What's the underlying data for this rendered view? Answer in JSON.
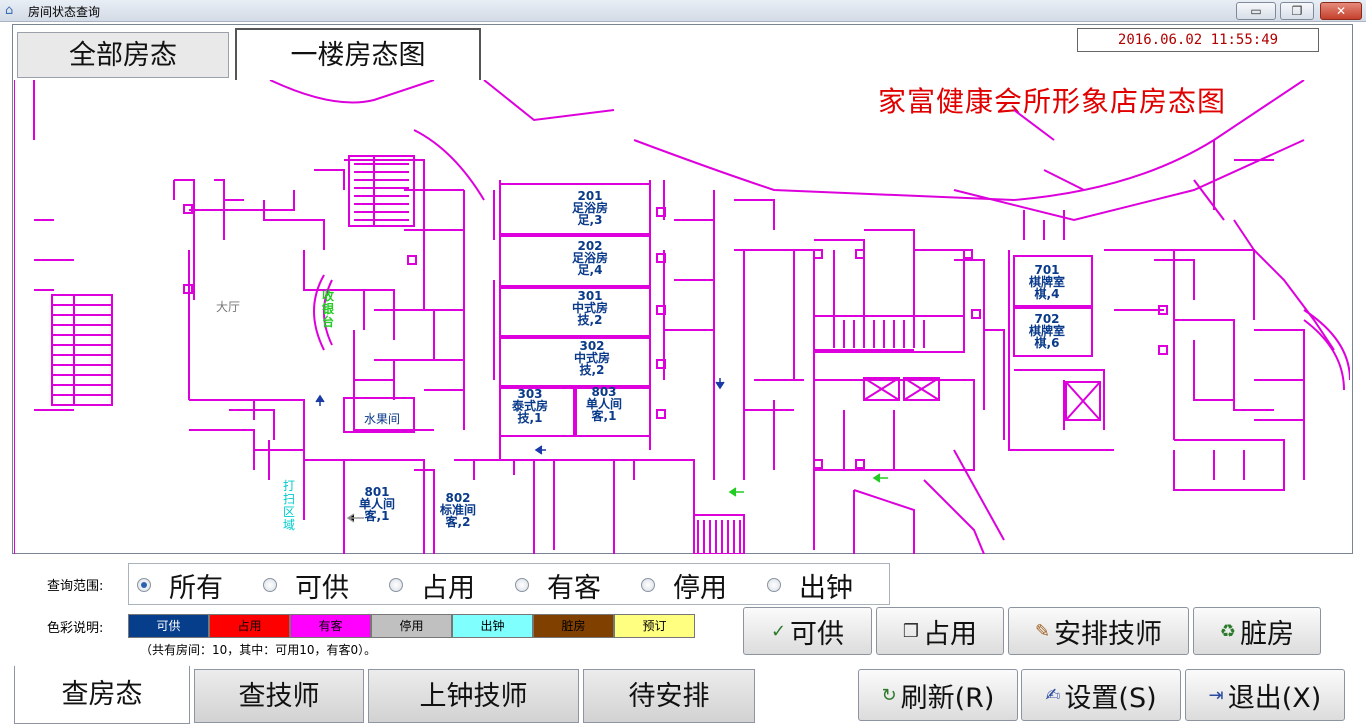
{
  "window": {
    "title": "房间状态查询",
    "minimize": "▭",
    "maximize": "❐",
    "close": "✕"
  },
  "tabs": {
    "all": "全部房态",
    "floor1": "一楼房态图"
  },
  "datetime": "2016.06.02 11:55:49",
  "map": {
    "title": "家富健康会所形象店房态图",
    "lobby": "大厅",
    "cashier": "收银台",
    "fruit_room": "水果间",
    "cleaning_area": "打扫区域",
    "rooms": [
      {
        "number": "201",
        "type": "足浴房",
        "status": "足,3"
      },
      {
        "number": "202",
        "type": "足浴房",
        "status": "足,4"
      },
      {
        "number": "301",
        "type": "中式房",
        "status": "技,2"
      },
      {
        "number": "302",
        "type": "中式房",
        "status": "技,2"
      },
      {
        "number": "303",
        "type": "泰式房",
        "status": "技,1"
      },
      {
        "number": "803",
        "type": "单人间",
        "status": "客,1"
      },
      {
        "number": "801",
        "type": "单人间",
        "status": "客,1"
      },
      {
        "number": "802",
        "type": "标准间",
        "status": "客,2"
      },
      {
        "number": "701",
        "type": "棋牌室",
        "status": "棋,4"
      },
      {
        "number": "702",
        "type": "棋牌室",
        "status": "棋,6"
      }
    ]
  },
  "query": {
    "label": "查询范围:",
    "options": [
      "所有",
      "可供",
      "占用",
      "有客",
      "停用",
      "出钟"
    ],
    "selected": "所有"
  },
  "legend": {
    "label": "色彩说明:",
    "items": [
      {
        "label": "可供",
        "color": "#063e8c",
        "text_color": "#ffffff"
      },
      {
        "label": "占用",
        "color": "#ff0000",
        "text_color": "#000000"
      },
      {
        "label": "有客",
        "color": "#ff00ff",
        "text_color": "#000000"
      },
      {
        "label": "停用",
        "color": "#c0c0c0",
        "text_color": "#000000"
      },
      {
        "label": "出钟",
        "color": "#80ffff",
        "text_color": "#000000"
      },
      {
        "label": "脏房",
        "color": "#804000",
        "text_color": "#000000"
      },
      {
        "label": "预订",
        "color": "#ffff80",
        "text_color": "#000000"
      }
    ]
  },
  "summary": "（共有房间：10，其中：可用10，有客0）。",
  "actions": {
    "available": "可供",
    "occupy": "占用",
    "arrange_tech": "安排技师",
    "dirty": "脏房",
    "refresh": "刷新(R)",
    "settings": "设置(S)",
    "exit": "退出(X)"
  },
  "bottom_tabs": [
    "查房态",
    "查技师",
    "上钟技师",
    "待安排"
  ],
  "colors": {
    "wall": "#dd00dd",
    "room_text": "#0a3a8a",
    "cashier_text": "#22cc22",
    "cleaning_text": "#00cccc",
    "arrow_blue": "#1a3aa8",
    "arrow_green": "#22cc22"
  }
}
